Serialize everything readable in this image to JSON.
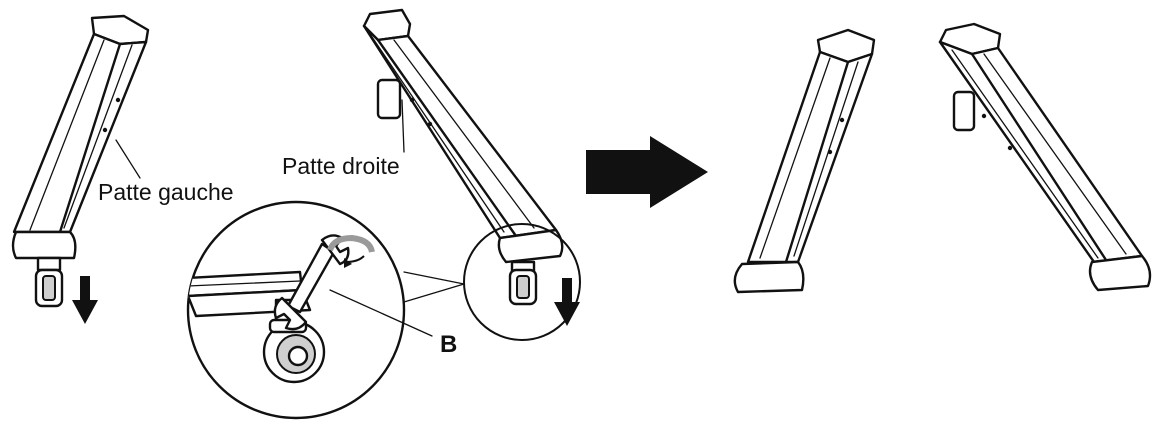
{
  "labels": {
    "left_leg": "Patte gauche",
    "right_leg": "Patte droite",
    "part_b": "B"
  },
  "icons": {
    "arrow_down": "arrow-down-icon",
    "arrow_right": "arrow-right-icon",
    "rotate": "rotate-icon"
  }
}
